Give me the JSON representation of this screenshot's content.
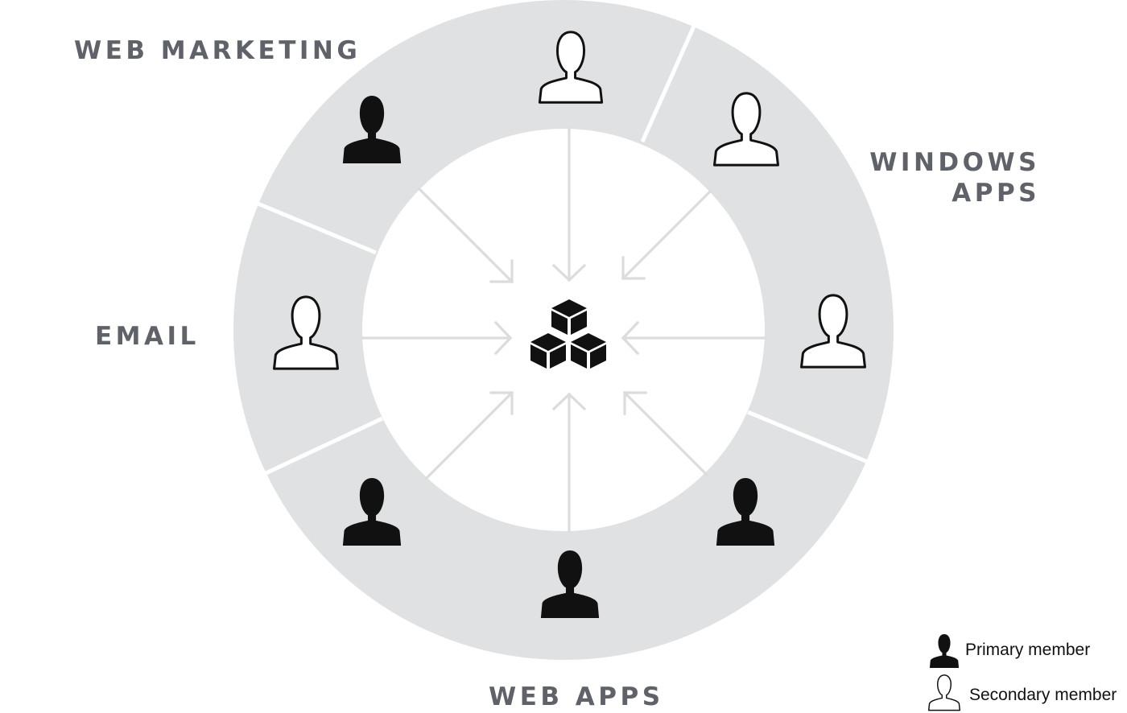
{
  "groups": {
    "web_marketing": "WEB MARKETING",
    "windows_apps_line1": "WINDOWS",
    "windows_apps_line2": "APPS",
    "email": "EMAIL",
    "web_apps": "WEB APPS"
  },
  "center_icon": "cubes-icon",
  "members": [
    {
      "group": "WEB MARKETING",
      "type": "secondary"
    },
    {
      "group": "WEB MARKETING",
      "type": "primary"
    },
    {
      "group": "WINDOWS APPS",
      "type": "secondary"
    },
    {
      "group": "WINDOWS APPS",
      "type": "secondary"
    },
    {
      "group": "EMAIL",
      "type": "secondary"
    },
    {
      "group": "WEB APPS",
      "type": "primary"
    },
    {
      "group": "WEB APPS",
      "type": "primary"
    },
    {
      "group": "WEB APPS",
      "type": "primary"
    }
  ],
  "legend": {
    "primary": "Primary member",
    "secondary": "Secondary member"
  },
  "colors": {
    "ring": "#e0e1e3",
    "arrow": "#dcdcdc",
    "icon": "#111111",
    "label": "#5f6369"
  }
}
